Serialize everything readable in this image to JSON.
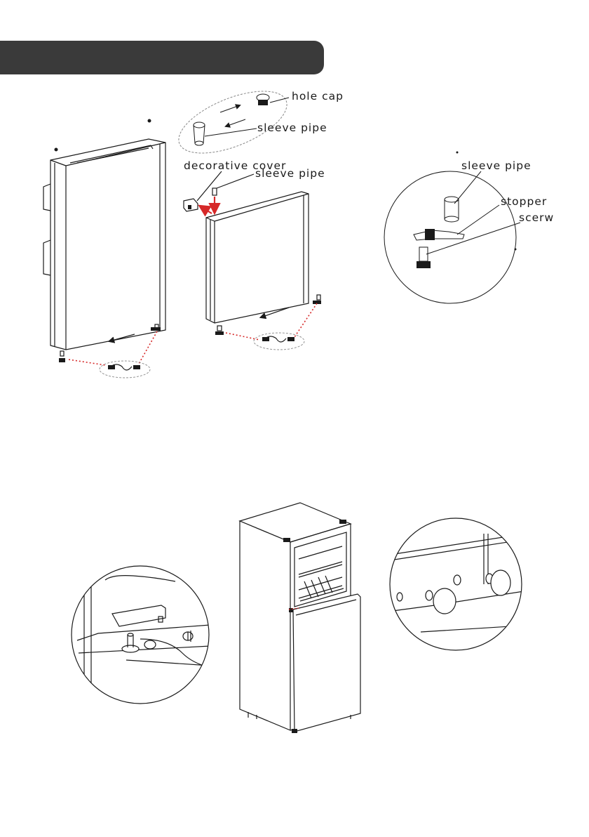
{
  "labels": {
    "hole_cap": "hole cap",
    "sleeve_pipe_top": "sleeve pipe",
    "decorative_cover": "decorative  cover",
    "sleeve_pipe_mid": "sleeve pipe",
    "sleeve_pipe_right": "sleeve pipe",
    "stopper": "stopper",
    "scerw": "scerw"
  },
  "colors": {
    "header": "#3a3a3a",
    "arrow_red": "#d62828",
    "line": "#1a1a1a"
  }
}
